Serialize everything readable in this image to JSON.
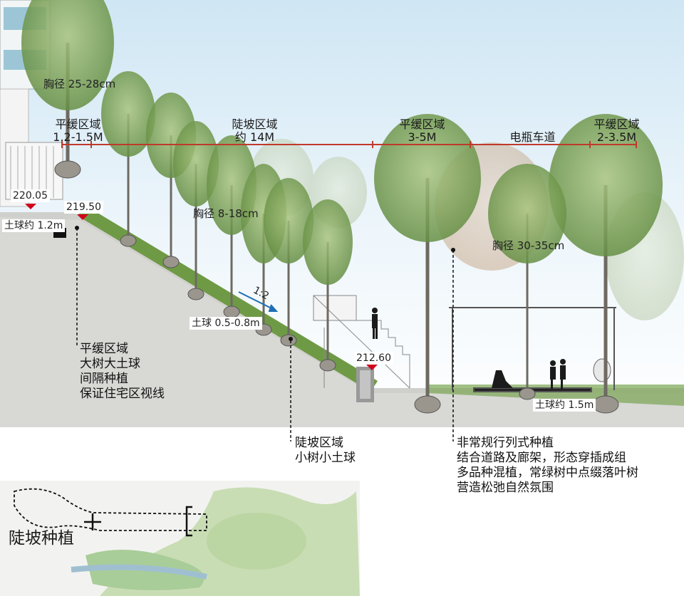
{
  "zones": [
    {
      "name": "平缓区域",
      "size": "1.2-1.5M"
    },
    {
      "name": "陡坡区域",
      "size": "约 14M"
    },
    {
      "name": "平缓区域",
      "size": "3-5M"
    },
    {
      "name": "电瓶车道",
      "size": ""
    },
    {
      "name": "平缓区域",
      "size": "2-3.5M"
    }
  ],
  "trunk_diameters": {
    "top": "胸径 25-28cm",
    "slope": "胸径 8-18cm",
    "flat": "胸径 30-35cm"
  },
  "elevations": {
    "upper_building": "220.05",
    "upper_edge": "219.50",
    "lower": "212.60"
  },
  "soil_balls": {
    "upper": "土球约 1.2m",
    "slope": "土球 0.5-0.8m",
    "flat": "土球约 1.5m"
  },
  "slope_ratio": "1:2",
  "notes": {
    "upper": [
      "平缓区域",
      "大树大土球",
      "间隔种植",
      "保证住宅区视线"
    ],
    "slope": [
      "陡坡区域",
      "小树小土球"
    ],
    "flat": [
      "非常规行列式种植",
      "结合道路及廊架，形态穿插成组",
      "多品种混植，常绿树中点缀落叶树",
      "营造松弛自然氛围"
    ]
  },
  "plan_title": "陡坡种植",
  "colors": {
    "dimension_line": "#c0392b",
    "marker": "#d0021b",
    "ground": "#d9d9d6",
    "foliage": "#7fa35a",
    "slope_arrow": "#1f6fb2"
  }
}
